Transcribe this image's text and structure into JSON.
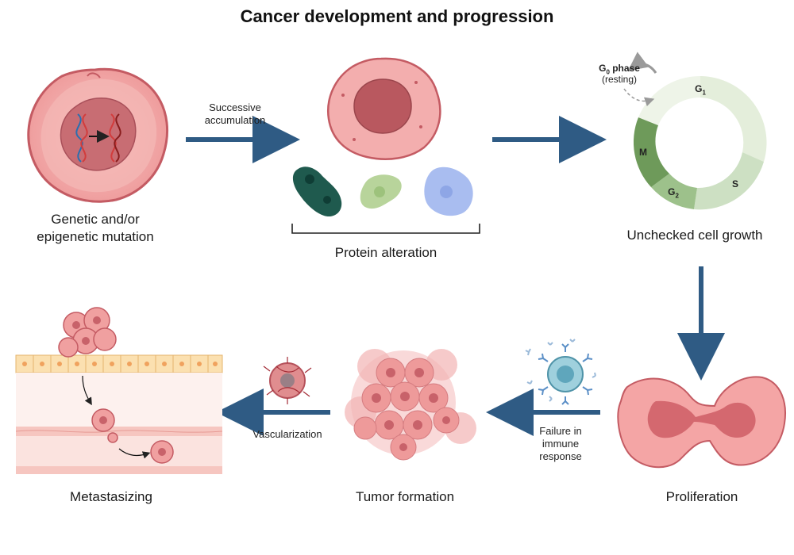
{
  "title": "Cancer development and progression",
  "stages": {
    "mutation": "Genetic and/or\nepigenetic mutation",
    "protein": "Protein alteration",
    "growth": "Unchecked cell growth",
    "proliferation": "Proliferation",
    "tumor": "Tumor formation",
    "metastasis": "Metastasizing"
  },
  "arrows": {
    "accumulation": "Successive\naccumulation",
    "immune": "Failure in\nimmune\nresponse",
    "vascularization": "Vascularization"
  },
  "cell_cycle": {
    "g0_label": "G",
    "g0_sub": "0",
    "g0_suffix": " phase",
    "resting": "(resting)",
    "g1": "G",
    "g1_sub": "1",
    "s": "S",
    "g2": "G",
    "g2_sub": "2",
    "m": "M"
  },
  "colors": {
    "arrow": "#2f5b84",
    "cell": "#f2a6a6",
    "nucleus": "#c9666c",
    "g1": "#e6efdf",
    "s": "#cfe0c6",
    "g2": "#9cc08b",
    "m": "#6f9a5b"
  }
}
